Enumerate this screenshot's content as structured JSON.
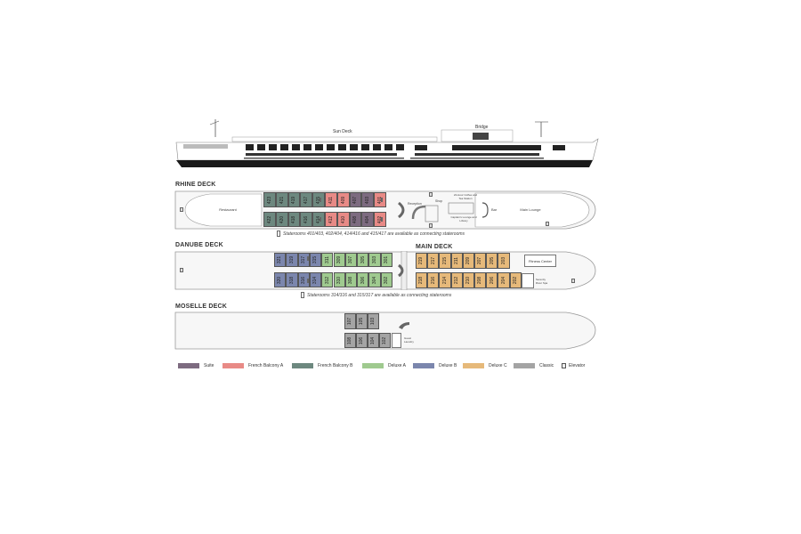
{
  "colors": {
    "suite": "#7d6b80",
    "french_balcony_a": "#e88a86",
    "french_balcony_b": "#6d887f",
    "deluxe_a": "#9fca8f",
    "deluxe_b": "#7b86ad",
    "deluxe_c": "#e6b97a",
    "classic": "#a4a4a4"
  },
  "profile": {
    "sun_deck_label": "Sun Deck",
    "bridge_label": "Bridge"
  },
  "rhine_deck": {
    "title": "RHINE DECK",
    "restaurant": "Restaurant",
    "reception": "Reception",
    "shop": "Shop",
    "coffee_station": "24-Hour Coffee and Tea Station",
    "captains_lounge": "Captain's Lounge and Library",
    "bar": "Bar",
    "main_lounge": "Main Lounge",
    "top_row": [
      {
        "num": "423",
        "cat": "french_balcony_b"
      },
      {
        "num": "421",
        "cat": "french_balcony_b"
      },
      {
        "num": "419",
        "cat": "french_balcony_b"
      },
      {
        "num": "417",
        "cat": "french_balcony_b"
      },
      {
        "num": "415",
        "cat": "french_balcony_b"
      },
      {
        "num": "411",
        "cat": "french_balcony_a"
      },
      {
        "num": "409",
        "cat": "french_balcony_a"
      },
      {
        "num": "407",
        "cat": "suite"
      },
      {
        "num": "403",
        "cat": "suite"
      },
      {
        "num": "401",
        "cat": "french_balcony_a"
      }
    ],
    "bottom_row": [
      {
        "num": "422",
        "cat": "french_balcony_b"
      },
      {
        "num": "420",
        "cat": "french_balcony_b"
      },
      {
        "num": "418",
        "cat": "french_balcony_b"
      },
      {
        "num": "416",
        "cat": "french_balcony_b"
      },
      {
        "num": "414",
        "cat": "french_balcony_b"
      },
      {
        "num": "412",
        "cat": "french_balcony_a"
      },
      {
        "num": "410",
        "cat": "french_balcony_a"
      },
      {
        "num": "408",
        "cat": "suite"
      },
      {
        "num": "404",
        "cat": "suite"
      },
      {
        "num": "402",
        "cat": "french_balcony_a"
      }
    ],
    "note": "Staterooms 401/403, 402/404, 414/416 and 415/417 are available as connecting staterooms"
  },
  "danube_deck": {
    "title": "DANUBE DECK",
    "top_row": [
      {
        "num": "321",
        "cat": "deluxe_b"
      },
      {
        "num": "319",
        "cat": "deluxe_b"
      },
      {
        "num": "317",
        "cat": "deluxe_b"
      },
      {
        "num": "315",
        "cat": "deluxe_b"
      },
      {
        "num": "311",
        "cat": "deluxe_a"
      },
      {
        "num": "309",
        "cat": "deluxe_a"
      },
      {
        "num": "307",
        "cat": "deluxe_a"
      },
      {
        "num": "305",
        "cat": "deluxe_a"
      },
      {
        "num": "303",
        "cat": "deluxe_a"
      },
      {
        "num": "301",
        "cat": "deluxe_a"
      }
    ],
    "bottom_row": [
      {
        "num": "320",
        "cat": "deluxe_b"
      },
      {
        "num": "318",
        "cat": "deluxe_b"
      },
      {
        "num": "316",
        "cat": "deluxe_b"
      },
      {
        "num": "314",
        "cat": "deluxe_b"
      },
      {
        "num": "312",
        "cat": "deluxe_a"
      },
      {
        "num": "310",
        "cat": "deluxe_a"
      },
      {
        "num": "308",
        "cat": "deluxe_a"
      },
      {
        "num": "306",
        "cat": "deluxe_a"
      },
      {
        "num": "304",
        "cat": "deluxe_a"
      },
      {
        "num": "302",
        "cat": "deluxe_a"
      }
    ],
    "note": "Staterooms 314/316 and 315/317 are available as connecting staterooms"
  },
  "main_deck": {
    "title": "MAIN DECK",
    "fitness_center": "Fitness Center",
    "spa": "Serenity River Spa",
    "top_row": [
      {
        "num": "219",
        "cat": "deluxe_c"
      },
      {
        "num": "217",
        "cat": "deluxe_c"
      },
      {
        "num": "215",
        "cat": "deluxe_c"
      },
      {
        "num": "211",
        "cat": "deluxe_c"
      },
      {
        "num": "209",
        "cat": "deluxe_c"
      },
      {
        "num": "207",
        "cat": "deluxe_c"
      },
      {
        "num": "205",
        "cat": "deluxe_c"
      },
      {
        "num": "203",
        "cat": "deluxe_c"
      }
    ],
    "bottom_row": [
      {
        "num": "218",
        "cat": "deluxe_c"
      },
      {
        "num": "216",
        "cat": "deluxe_c"
      },
      {
        "num": "214",
        "cat": "deluxe_c"
      },
      {
        "num": "212",
        "cat": "deluxe_c"
      },
      {
        "num": "210",
        "cat": "deluxe_c"
      },
      {
        "num": "208",
        "cat": "deluxe_c"
      },
      {
        "num": "206",
        "cat": "deluxe_c"
      },
      {
        "num": "204",
        "cat": "deluxe_c"
      },
      {
        "num": "202",
        "cat": "deluxe_c"
      }
    ]
  },
  "moselle_deck": {
    "title": "MOSELLE DECK",
    "guest_laundry": "Guest Laundry",
    "top_row": [
      {
        "num": "107",
        "cat": "classic"
      },
      {
        "num": "105",
        "cat": "classic"
      },
      {
        "num": "103",
        "cat": "classic"
      }
    ],
    "bottom_row": [
      {
        "num": "108",
        "cat": "classic"
      },
      {
        "num": "106",
        "cat": "classic"
      },
      {
        "num": "104",
        "cat": "classic"
      },
      {
        "num": "102",
        "cat": "classic"
      }
    ]
  },
  "legend": [
    {
      "key": "suite",
      "label": "Suite"
    },
    {
      "key": "french_balcony_a",
      "label": "French Balcony A"
    },
    {
      "key": "french_balcony_b",
      "label": "French Balcony B"
    },
    {
      "key": "deluxe_a",
      "label": "Deluxe A"
    },
    {
      "key": "deluxe_b",
      "label": "Deluxe B"
    },
    {
      "key": "deluxe_c",
      "label": "Deluxe C"
    },
    {
      "key": "classic",
      "label": "Classic"
    },
    {
      "key": "elevator",
      "label": "Elevator"
    }
  ]
}
